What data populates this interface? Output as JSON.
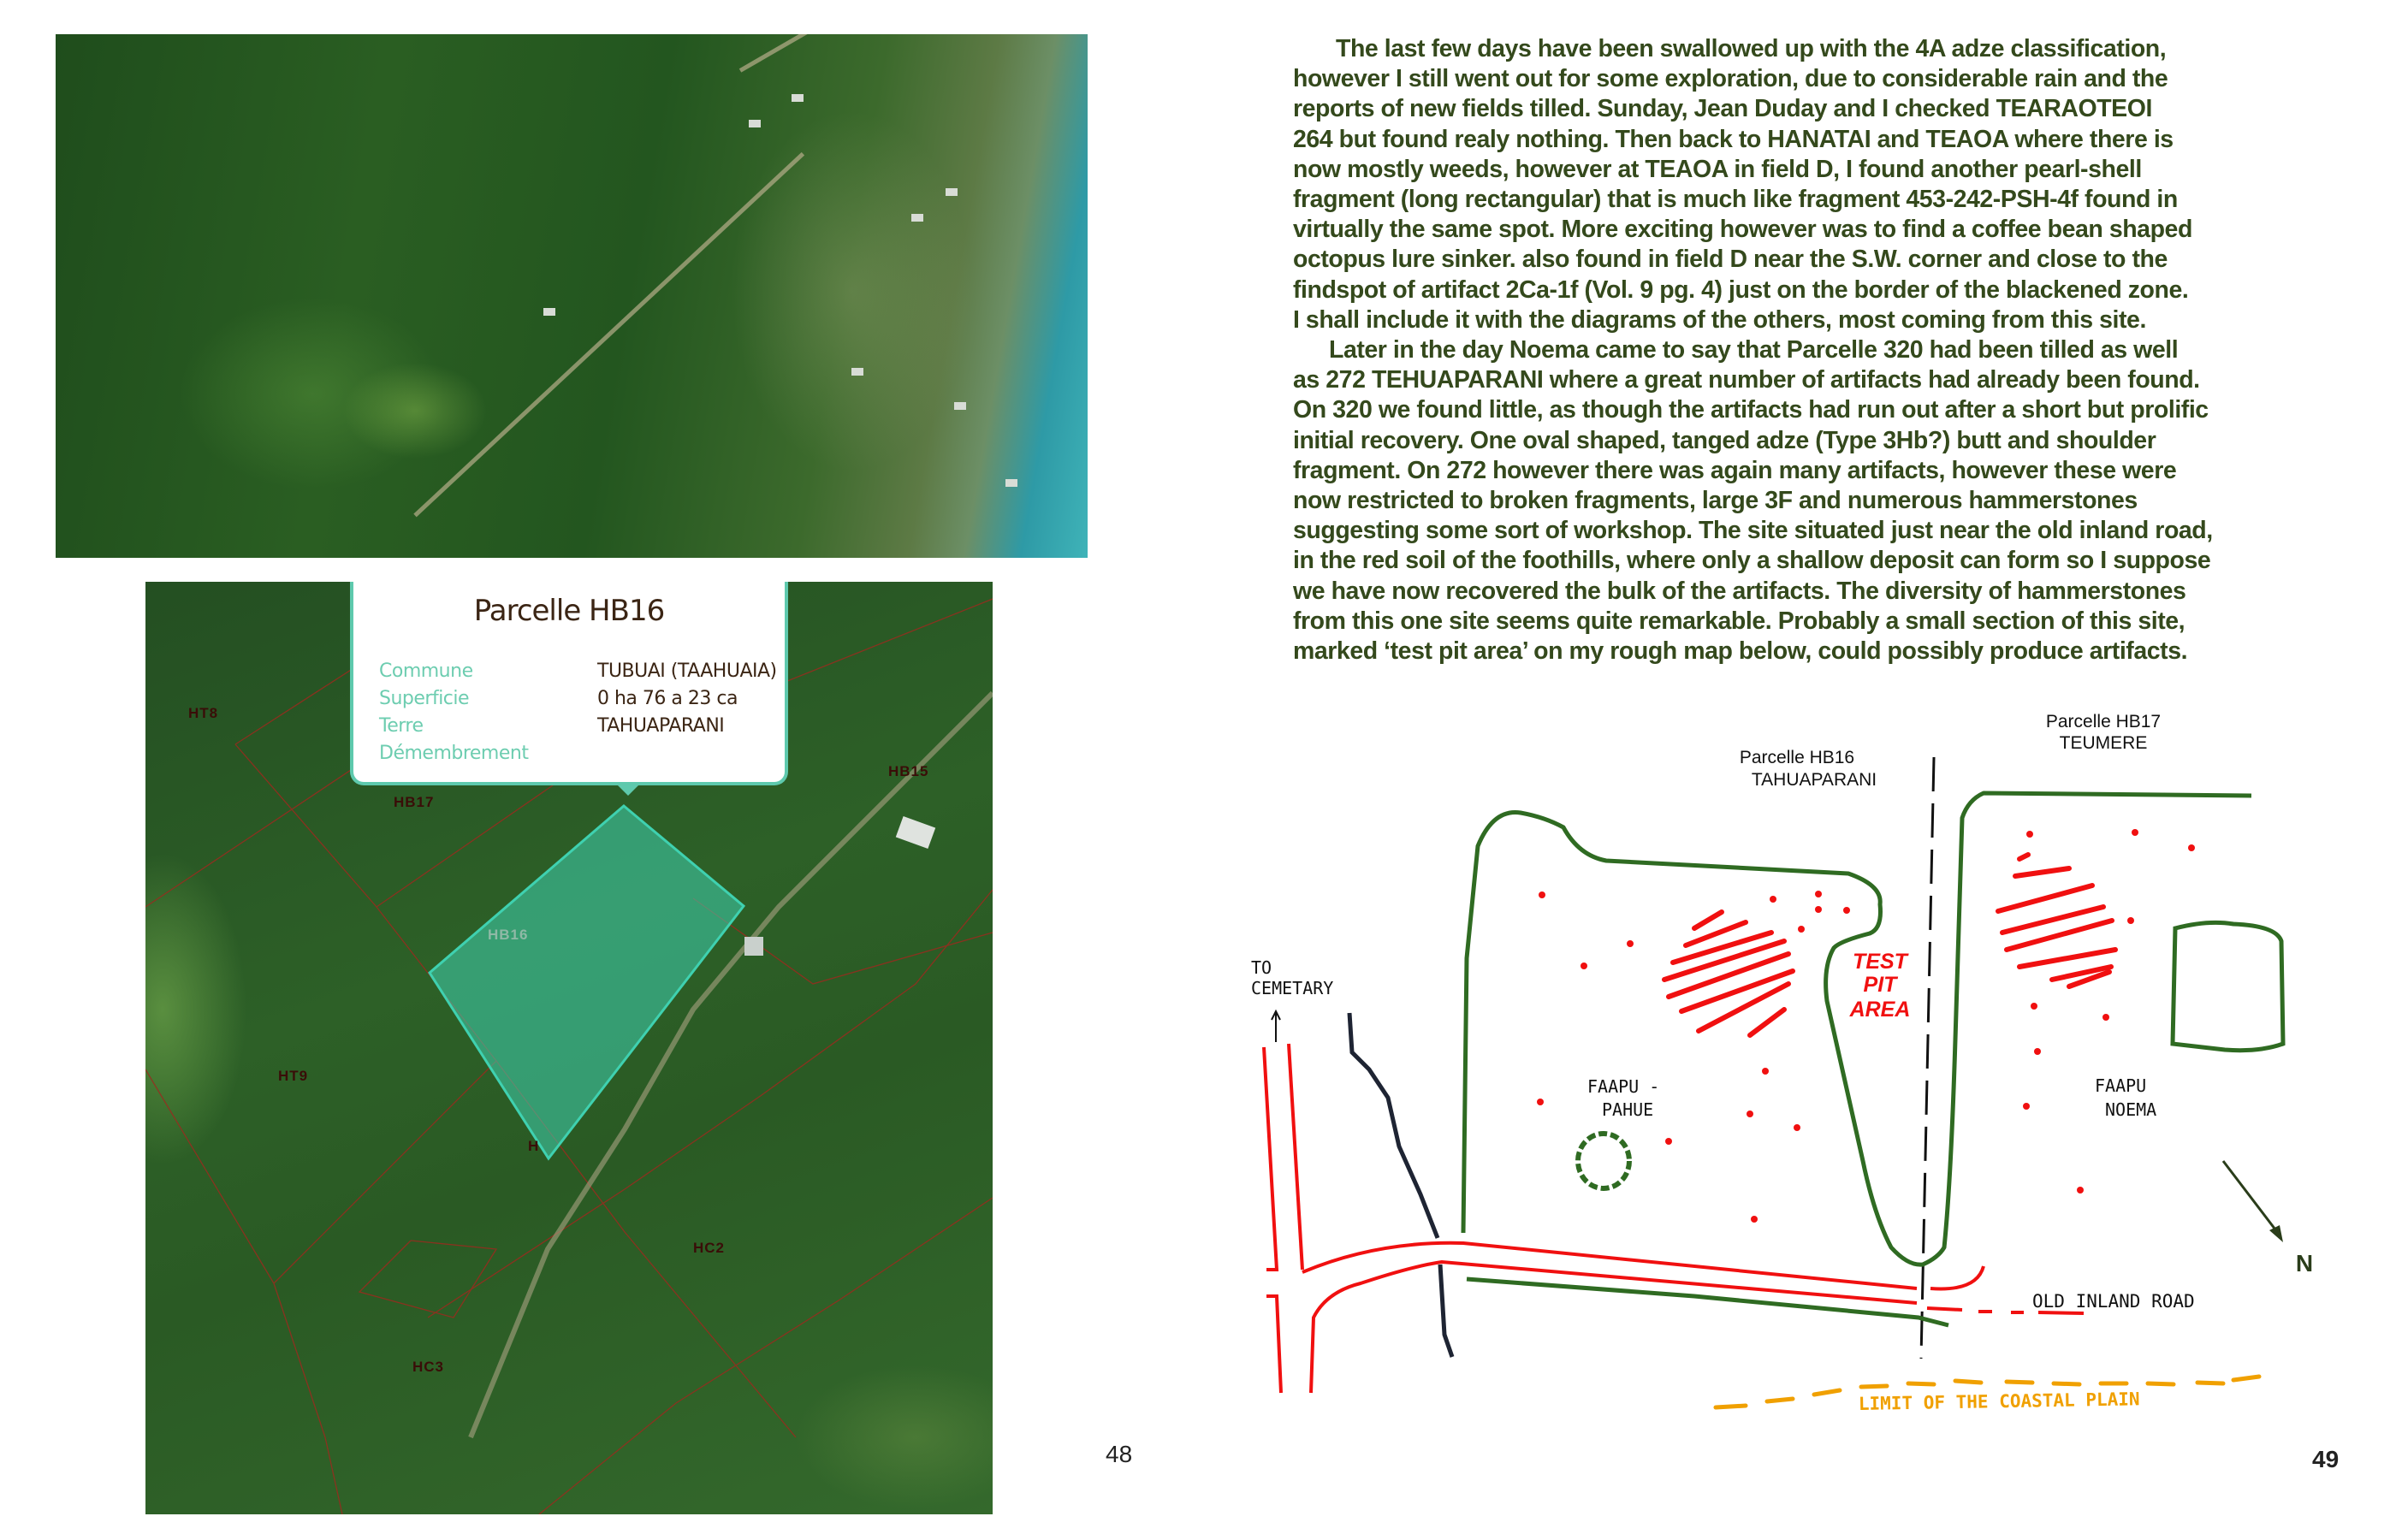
{
  "left_page": {
    "page_number": "48",
    "popup": {
      "title": "Parcelle HB16",
      "rows": [
        {
          "label": "Commune",
          "value": "TUBUAI (TAAHUAIA)"
        },
        {
          "label": "Superficie",
          "value": "0 ha 76 a 23 ca"
        },
        {
          "label": "Terre",
          "value": "TAHUAPARANI"
        },
        {
          "label": "Démembrement",
          "value": ""
        }
      ]
    },
    "parcel_labels": [
      "HT8",
      "HB17",
      "HB15",
      "HB16",
      "HT9",
      "H",
      "HC2",
      "HC3"
    ],
    "highlight_color": "#3fd1b0"
  },
  "right_page": {
    "page_number": "49",
    "text_lines": [
      "The last few days have been swallowed up with the 4A adze classification,",
      "however I still went out for some exploration, due to considerable rain and the",
      "reports of new fields tilled. Sunday, Jean Duday and I checked TEARAOTEOI",
      "264 but found realy nothing. Then back to HANATAI and TEAOA where there is",
      "now mostly weeds, however at TEAOA in field D, I found another pearl-shell",
      "fragment (long rectangular) that is much like fragment 453-242-PSH-4f found in",
      "virtually the same spot. More exciting however was to find a coffee bean shaped",
      "octopus lure sinker. also found in field D near the S.W. corner and close to the",
      "findspot of artifact 2Ca-1f (Vol. 9 pg. 4) just on the border of the blackened zone.",
      "I shall include it with the diagrams of the others, most coming from this site.",
      "Later in the day Noema came to say that Parcelle 320 had been tilled as well",
      "as 272 TEHUAPARANI where a great number of artifacts had already been found.",
      "On 320 we found little, as though the artifacts had run out after a short but prolific",
      "initial recovery. One oval shaped, tanged adze (Type 3Hb?) butt and shoulder",
      "fragment. On 272 however there was again many artifacts, however these were",
      "now restricted to broken fragments, large 3F and numerous hammerstones",
      "suggesting some sort of workshop. The site situated just near the old inland road,",
      "in the red soil of the foothills, where only a shallow deposit can form so I suppose",
      "we have now recovered the bulk of the artifacts. The diversity of hammerstones",
      "from this one site seems quite remarkable. Probably a small section of this site,",
      "marked ‘test pit area’ on my rough map below,  could possibly produce artifacts."
    ],
    "sketch": {
      "hb16_title": "Parcelle HB16",
      "hb16_name": "TAHUAPARANI",
      "hb17_title": "Parcelle HB17",
      "hb17_name": "TEUMERE",
      "to_label": "TO",
      "cemetary_label": "CEMETARY",
      "test_label": "TEST",
      "pit_label": "PIT",
      "area_label": "AREA",
      "faapu1_a": "FAAPU -",
      "faapu1_b": "PAHUE",
      "faapu2_a": "FAAPU",
      "faapu2_b": "NOEMA",
      "road_label": "OLD INLAND ROAD",
      "limit_label": "LIMIT OF THE COASTAL PLAIN",
      "north_label": "N",
      "colors": {
        "field": "#2f6b22",
        "road": "#f01010",
        "creek": "#1e2433",
        "limit": "#f0a000"
      }
    }
  }
}
